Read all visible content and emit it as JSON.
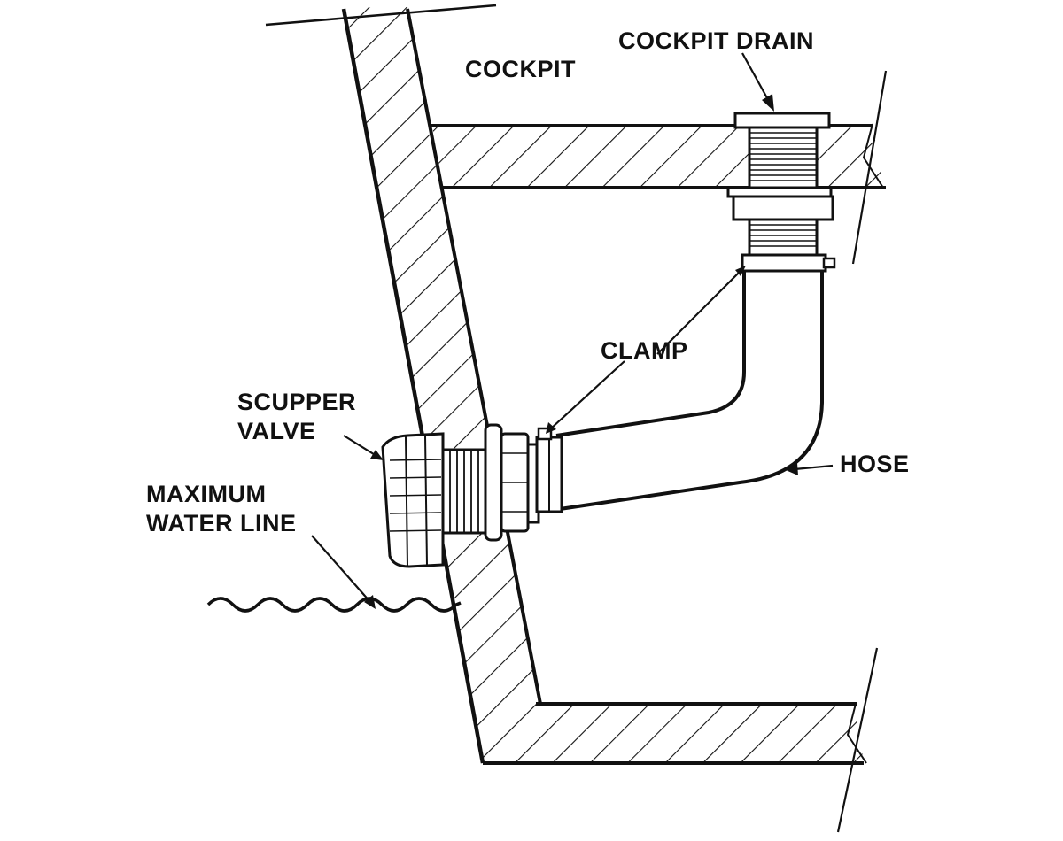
{
  "labels": {
    "cockpit": "COCKPIT",
    "cockpit_drain": "COCKPIT DRAIN",
    "clamp": "CLAMP",
    "scupper_valve": [
      "SCUPPER",
      "VALVE"
    ],
    "hose": "HOSE",
    "max_water_line": [
      "MAXIMUM",
      "WATER LINE"
    ]
  },
  "colors": {
    "ink": "#111111",
    "background": "#ffffff"
  }
}
